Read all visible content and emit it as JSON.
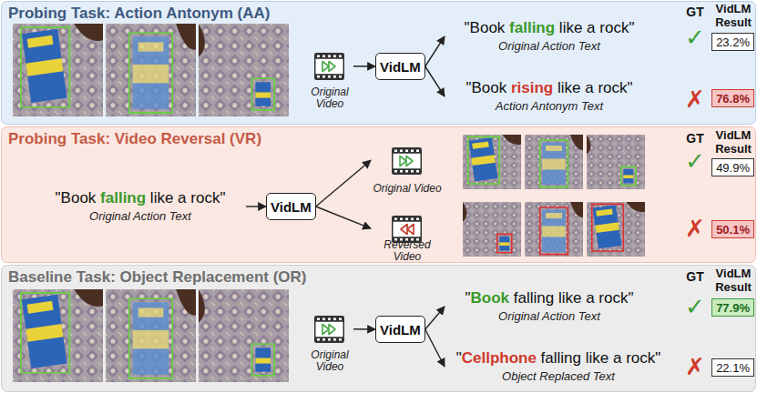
{
  "diagram": {
    "nodes": [
      {
        "text": [
          "Probing Task: Action Antonym (AA)"
        ]
      },
      {
        "text": [
          "Original Video"
        ],
        "in": 0
      },
      {
        "text": [
          "VidLM"
        ],
        "in": 0
      },
      {
        "text": [
          "\"Book falling like a rock\"",
          "Original Action Text"
        ],
        "in": 0
      },
      {
        "text": [
          "\"Book rising like a rock\"",
          "Action Antonym Text"
        ],
        "in": 0
      },
      {
        "text": [
          "23.2%"
        ],
        "in": 0
      },
      {
        "text": [
          "76.8%"
        ],
        "in": 0
      },
      {
        "text": [
          "Probing Task: Video Reversal (VR)"
        ]
      },
      {
        "text": [
          "\"Book falling like a rock\"",
          "Original Action Text"
        ],
        "in": 7
      },
      {
        "text": [
          "VidLM"
        ],
        "in": 7
      },
      {
        "text": [
          "Original Video"
        ],
        "in": 7
      },
      {
        "text": [
          "Reversed Video"
        ],
        "in": 7
      },
      {
        "text": [
          "49.9%"
        ],
        "in": 7
      },
      {
        "text": [
          "50.1%"
        ],
        "in": 7
      },
      {
        "text": [
          "Baseline Task: Object Replacement (OR)"
        ]
      },
      {
        "text": [
          "Original Video"
        ],
        "in": 14
      },
      {
        "text": [
          "VidLM"
        ],
        "in": 14
      },
      {
        "text": [
          "\"Book falling like a rock\"",
          "Original Action Text"
        ],
        "in": 14
      },
      {
        "text": [
          "\"Cellphone falling like a rock\"",
          "Object Replaced Text"
        ],
        "in": 14
      },
      {
        "text": [
          "77.9%"
        ],
        "in": 14
      },
      {
        "text": [
          "22.1%"
        ],
        "in": 14
      }
    ],
    "edges": [
      {
        "from": 1,
        "to": 2,
        "arrow": "to"
      },
      {
        "from": 2,
        "to": 3,
        "arrow": "to"
      },
      {
        "from": 2,
        "to": 4,
        "arrow": "to"
      },
      {
        "from": 8,
        "to": 9,
        "arrow": "to"
      },
      {
        "from": 9,
        "to": 10,
        "arrow": "to"
      },
      {
        "from": 9,
        "to": 11,
        "arrow": "to"
      },
      {
        "from": 15,
        "to": 16,
        "arrow": "to"
      },
      {
        "from": 16,
        "to": 17,
        "arrow": "to"
      },
      {
        "from": 16,
        "to": 18,
        "arrow": "to"
      }
    ],
    "labels": [
      "GT",
      "VidLM Result",
      "✓",
      "✗",
      "GT",
      "VidLM Result",
      "✓",
      "✗",
      "GT",
      "VidLM Result",
      "✓",
      "✗"
    ]
  }
}
